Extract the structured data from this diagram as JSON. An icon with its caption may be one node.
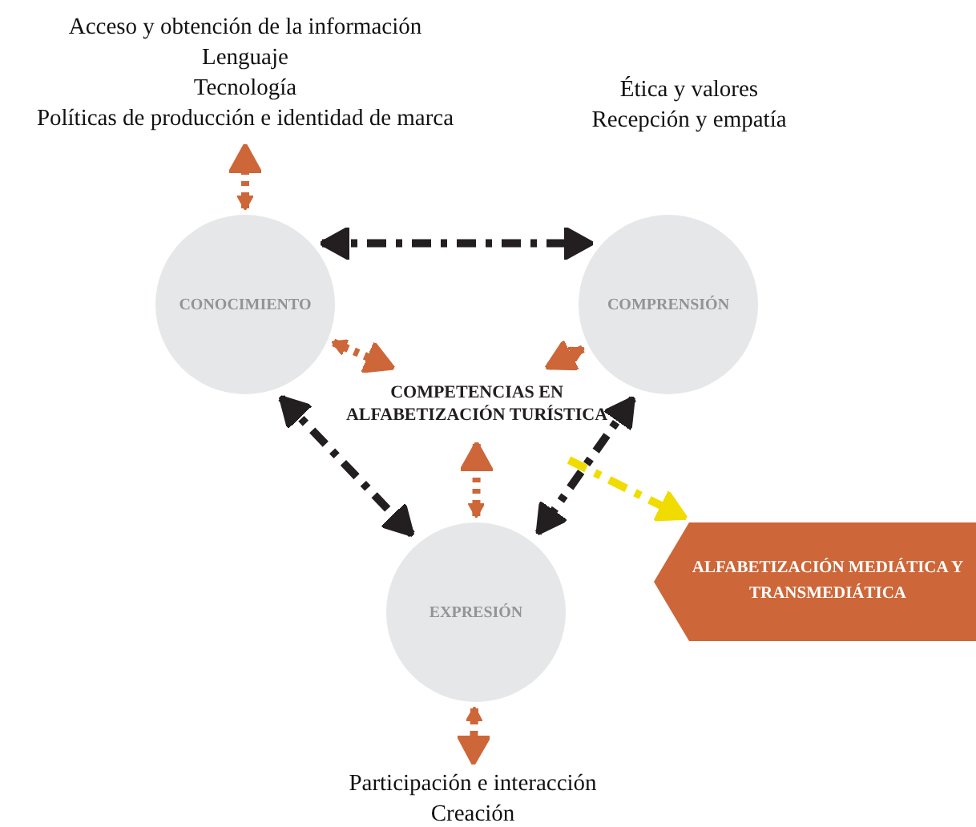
{
  "diagram": {
    "nodes": [
      {
        "text": [
          "Acceso y obtención de la información",
          "Lenguaje",
          "Tecnología",
          "Políticas de producción e identidad de marca"
        ]
      },
      {
        "text": [
          "Ética y valores",
          "Recepción y empatía"
        ]
      },
      {
        "text": [
          "CONOCIMIENTO"
        ]
      },
      {
        "text": [
          "COMPRENSIÓN"
        ]
      },
      {
        "text": [
          "COMPETENCIAS EN ALFABETIZACIÓN TURÍSTICA"
        ]
      },
      {
        "text": [
          "EXPRESIÓN"
        ]
      },
      {
        "text": [
          "Participación e interacción",
          "Creación"
        ]
      },
      {
        "text": [
          "ALFABETIZACIÓN MEDIÁTICA Y TRANSMEDIÁTICA"
        ]
      }
    ],
    "edges": [
      {
        "from": 2,
        "to": 0,
        "arrow": "both",
        "style": "dashed"
      },
      {
        "from": 2,
        "to": 3,
        "arrow": "both",
        "style": "dashed",
        "color": "#231f20"
      },
      {
        "from": 2,
        "to": 4,
        "arrow": "both",
        "style": "dashed"
      },
      {
        "from": 3,
        "to": 4,
        "arrow": "both",
        "style": "dashed"
      },
      {
        "from": 2,
        "to": 5,
        "arrow": "both",
        "style": "dashed",
        "color": "#231f20"
      },
      {
        "from": 3,
        "to": 5,
        "arrow": "both",
        "style": "dashed",
        "color": "#231f20"
      },
      {
        "from": 5,
        "to": 4,
        "arrow": "both",
        "style": "dashed"
      },
      {
        "from": null,
        "to": 7,
        "arrow": "to",
        "style": "dashed",
        "color": "#f0dc00"
      },
      {
        "from": 5,
        "to": 6,
        "arrow": "both",
        "style": "dashed"
      }
    ]
  }
}
